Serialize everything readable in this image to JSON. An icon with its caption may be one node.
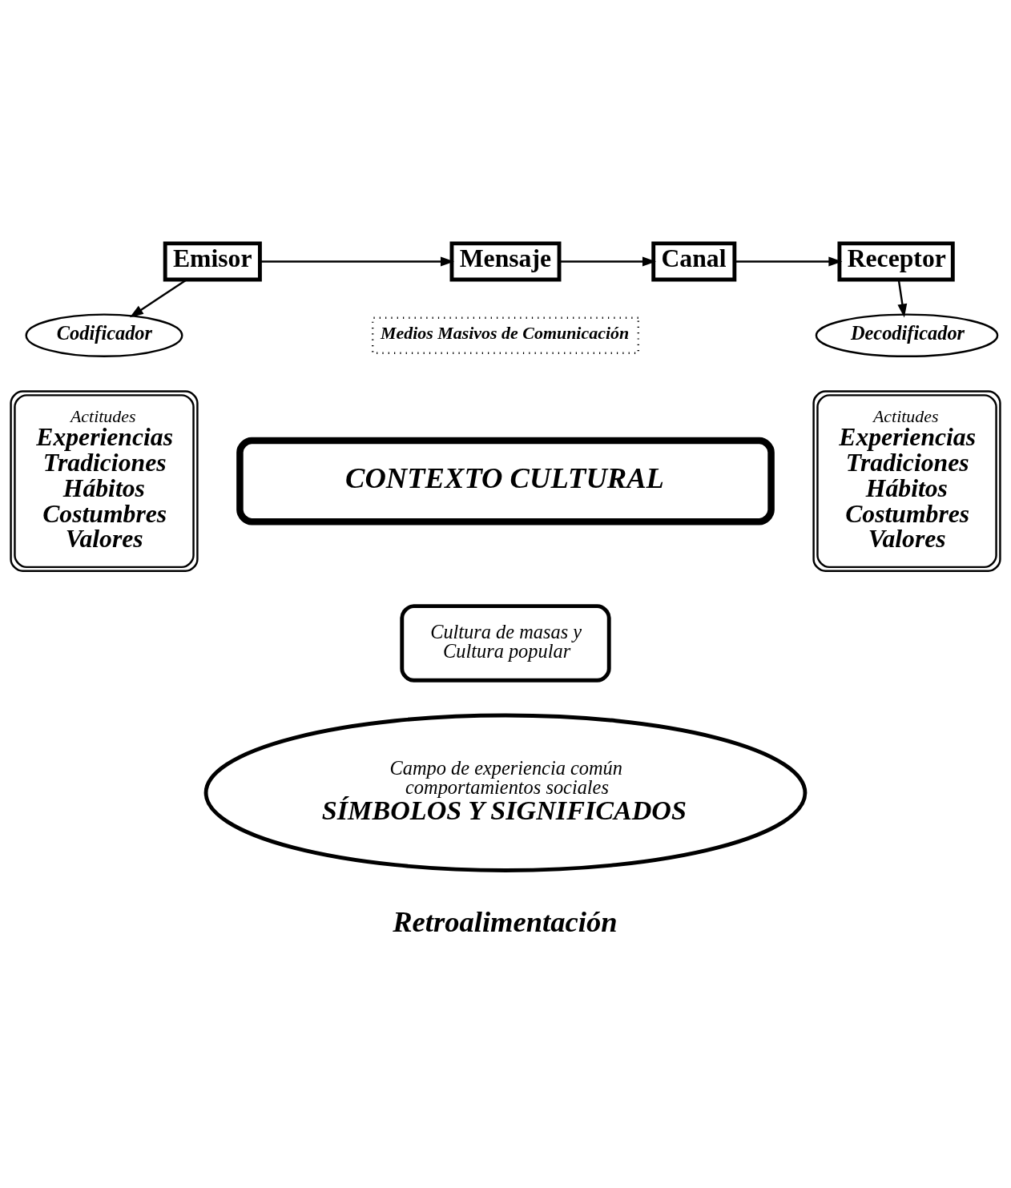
{
  "diagram": {
    "nodes": [
      {
        "text": [
          "Emisor"
        ]
      },
      {
        "text": [
          "Mensaje"
        ]
      },
      {
        "text": [
          "Canal"
        ]
      },
      {
        "text": [
          "Receptor"
        ]
      },
      {
        "text": [
          "Codificador"
        ]
      },
      {
        "text": [
          "Medios Masivos de Comunicación"
        ]
      },
      {
        "text": [
          "Decodificador"
        ]
      },
      {
        "text": [
          "Actitudes",
          "Experiencias",
          "Tradiciones",
          "Hábitos",
          "Costumbres",
          "Valores"
        ]
      },
      {
        "text": [
          "Actitudes",
          "Experiencias",
          "Tradiciones",
          "Hábitos",
          "Costumbres",
          "Valores"
        ]
      },
      {
        "text": [
          "CONTEXTO CULTURAL"
        ]
      },
      {
        "text": [
          "Cultura de masas y Cultura popular"
        ]
      },
      {
        "text": [
          "Campo de experiencia común comportamientos sociales",
          "SÍMBOLOS Y SIGNIFICADOS"
        ]
      }
    ],
    "edges": [
      {
        "from": 0,
        "to": 1,
        "arrow": "to"
      },
      {
        "from": 1,
        "to": 2,
        "arrow": "to"
      },
      {
        "from": 2,
        "to": 3,
        "arrow": "to"
      },
      {
        "from": 0,
        "to": 4,
        "arrow": "to"
      },
      {
        "from": 3,
        "to": 6,
        "arrow": "to"
      }
    ],
    "labels": [
      "Retroalimentación"
    ]
  }
}
